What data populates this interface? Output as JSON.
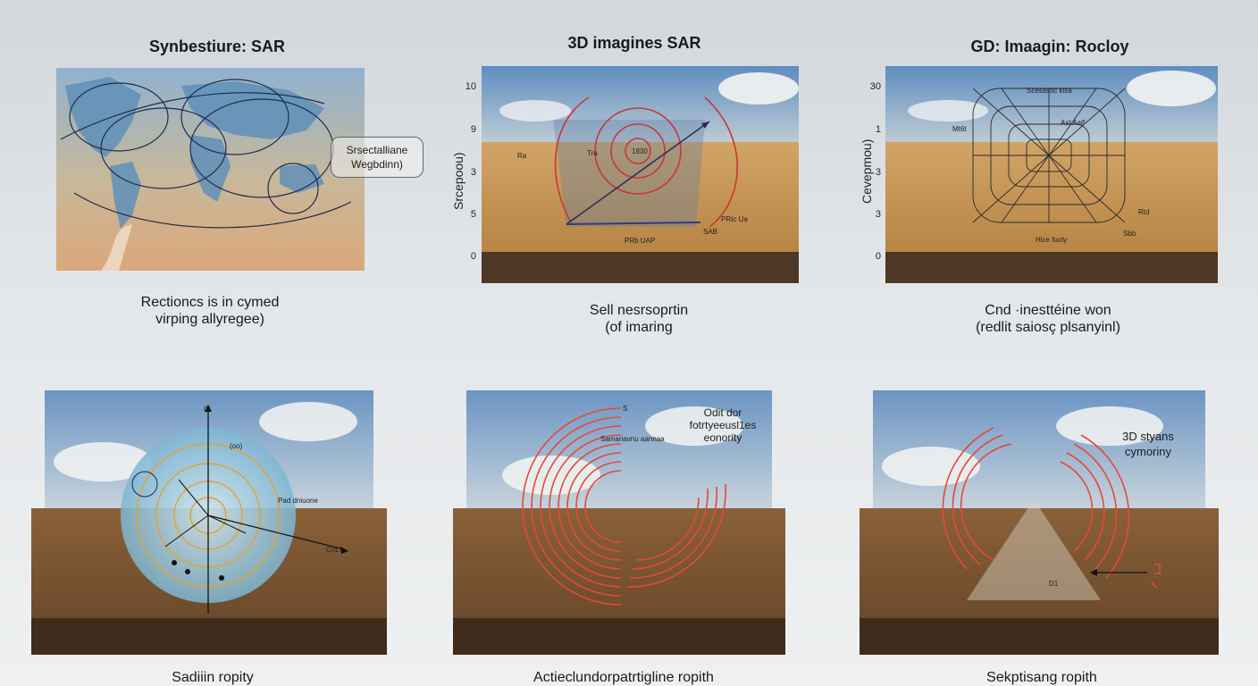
{
  "panels": {
    "p1": {
      "title": "Synbestiure: SAR",
      "callout": [
        "Srsectalliane",
        "Wegbdinn)"
      ],
      "caption": [
        "Rectioncs is in cymed",
        "virping allyregee)"
      ]
    },
    "p2": {
      "title": "3D imagines SAR",
      "ylabel": "Srcepoou)",
      "yticks": [
        "10",
        "9",
        "3",
        "5",
        "0"
      ],
      "marks": [
        "Ra",
        "Tra",
        "1830",
        "PRtc Ua",
        "PRb UAP",
        "SAB"
      ],
      "caption": [
        "Sell nesrsoprtin",
        "(of imaring"
      ]
    },
    "p3": {
      "title": "GD: Imaagin: Rocloy",
      "ylabel": "Cevepmou)",
      "yticks": [
        "30",
        "1",
        "3",
        "3",
        "0"
      ],
      "marks": [
        "Scesastic kisa",
        "Mt6t",
        "Ast Aalf",
        "Hice fuoly",
        "Rtd",
        "Sbb"
      ],
      "caption": [
        "Cnd ·inesttéine won",
        "(redlit saiosç plsanyinl)"
      ]
    },
    "p4": {
      "marks": [
        "(t)",
        "(oo)",
        "Pad dniuone",
        "CoL"
      ],
      "caption": "Sadiiin ropity"
    },
    "p5": {
      "annotation": [
        "Odit dor",
        "fotrtyeeusl1es",
        "eonority"
      ],
      "marks": [
        "S",
        "Samariavnu aannaa"
      ],
      "caption": "Actieclundorpatrtigline ropith"
    },
    "p6": {
      "annotation": [
        "3D styans",
        "cymoriny"
      ],
      "marks": [
        "D1",
        "D"
      ],
      "caption": "Sekptisang ropith"
    }
  },
  "colors": {
    "sky_top": "#6b95c3",
    "desert_sand": "#c99a5c",
    "soil_dark": "#5a3e26",
    "radar_red": "#d8452f",
    "orbit_orange": "#e0a33a",
    "map_ocean": "#7aa7c9"
  }
}
